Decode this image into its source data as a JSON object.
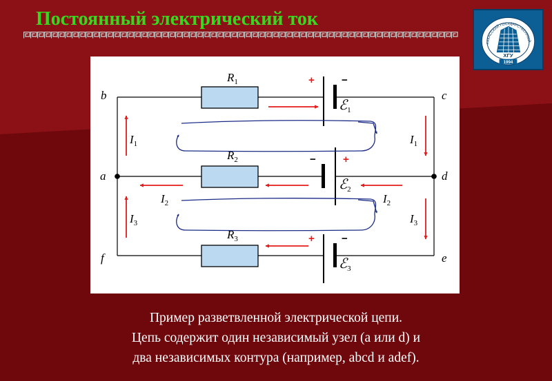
{
  "slide": {
    "title": "Постоянный электрический ток",
    "logo": {
      "arc_text": "ХАКАССКИЙ ГОСУДАРСТВЕННЫЙ УНИВЕРСИТЕТ",
      "name": "ХГУ",
      "year": "1994"
    },
    "colors": {
      "background": "#7a0a0f",
      "title": "#39d81f",
      "wire": "#000000",
      "resistor_fill": "#bcd9f2",
      "current_arrow": "#e21b1b",
      "loop_arrow": "#1a2a86"
    }
  },
  "circuit": {
    "nodes": {
      "a": "a",
      "b": "b",
      "c": "c",
      "d": "d",
      "e": "e",
      "f": "f"
    },
    "resistors": {
      "r1": "R",
      "r1_sub": "1",
      "r2": "R",
      "r2_sub": "2",
      "r3": "R",
      "r3_sub": "3"
    },
    "sources": {
      "e1": "ℰ",
      "e1_sub": "1",
      "e2": "ℰ",
      "e2_sub": "2",
      "e3": "ℰ",
      "e3_sub": "3"
    },
    "currents": {
      "i1": "I",
      "i1_sub": "1",
      "i2": "I",
      "i2_sub": "2",
      "i3": "I",
      "i3_sub": "3"
    },
    "polarity": {
      "plus": "+",
      "minus": "−"
    }
  },
  "caption": {
    "line1": "Пример разветвленной электрической цепи.",
    "line2": "Цепь содержит один независимый узел (a или d) и",
    "line3": "два независимых контура (например, abcd и adef)."
  }
}
